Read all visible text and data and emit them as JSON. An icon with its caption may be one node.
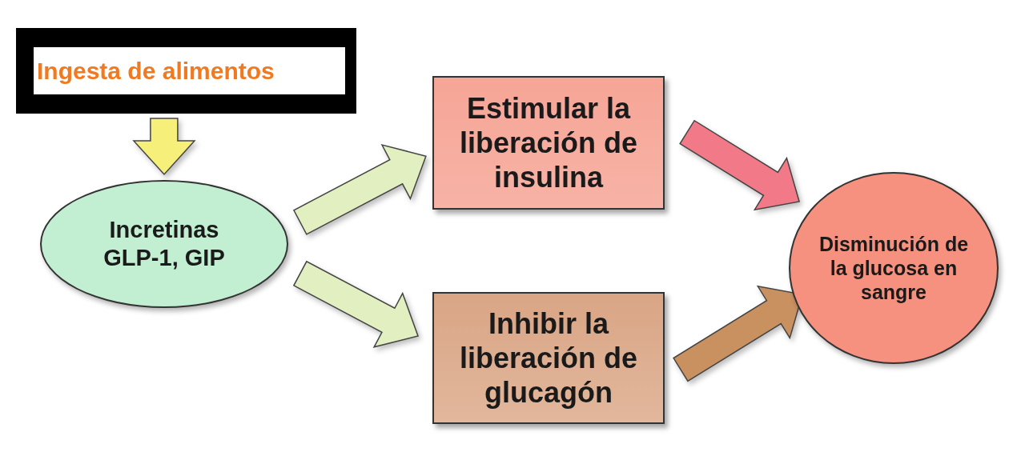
{
  "diagram": {
    "nodes": [
      {
        "text": [
          "Ingesta de alimentos"
        ]
      },
      {
        "text": [
          "Incretinas GLP-1, GIP"
        ]
      },
      {
        "text": [
          "Estimular la liberación de insulina"
        ]
      },
      {
        "text": [
          "Inhibir la liberación de glucagón"
        ]
      },
      {
        "text": [
          "Disminución de la glucosa en sangre"
        ]
      }
    ],
    "edges": [
      {
        "from": 0,
        "to": 1,
        "arrow": "to",
        "style": "thick",
        "color": "#f6f07a"
      },
      {
        "from": 1,
        "to": 2,
        "arrow": "to",
        "style": "thick",
        "color": "#e2efc0"
      },
      {
        "from": 1,
        "to": 3,
        "arrow": "to",
        "style": "thick",
        "color": "#e2efc0"
      },
      {
        "from": 2,
        "to": 4,
        "arrow": "to",
        "style": "thick",
        "color": "#f27a88"
      },
      {
        "from": 3,
        "to": 4,
        "arrow": "to",
        "style": "thick",
        "color": "#c99060"
      }
    ]
  }
}
